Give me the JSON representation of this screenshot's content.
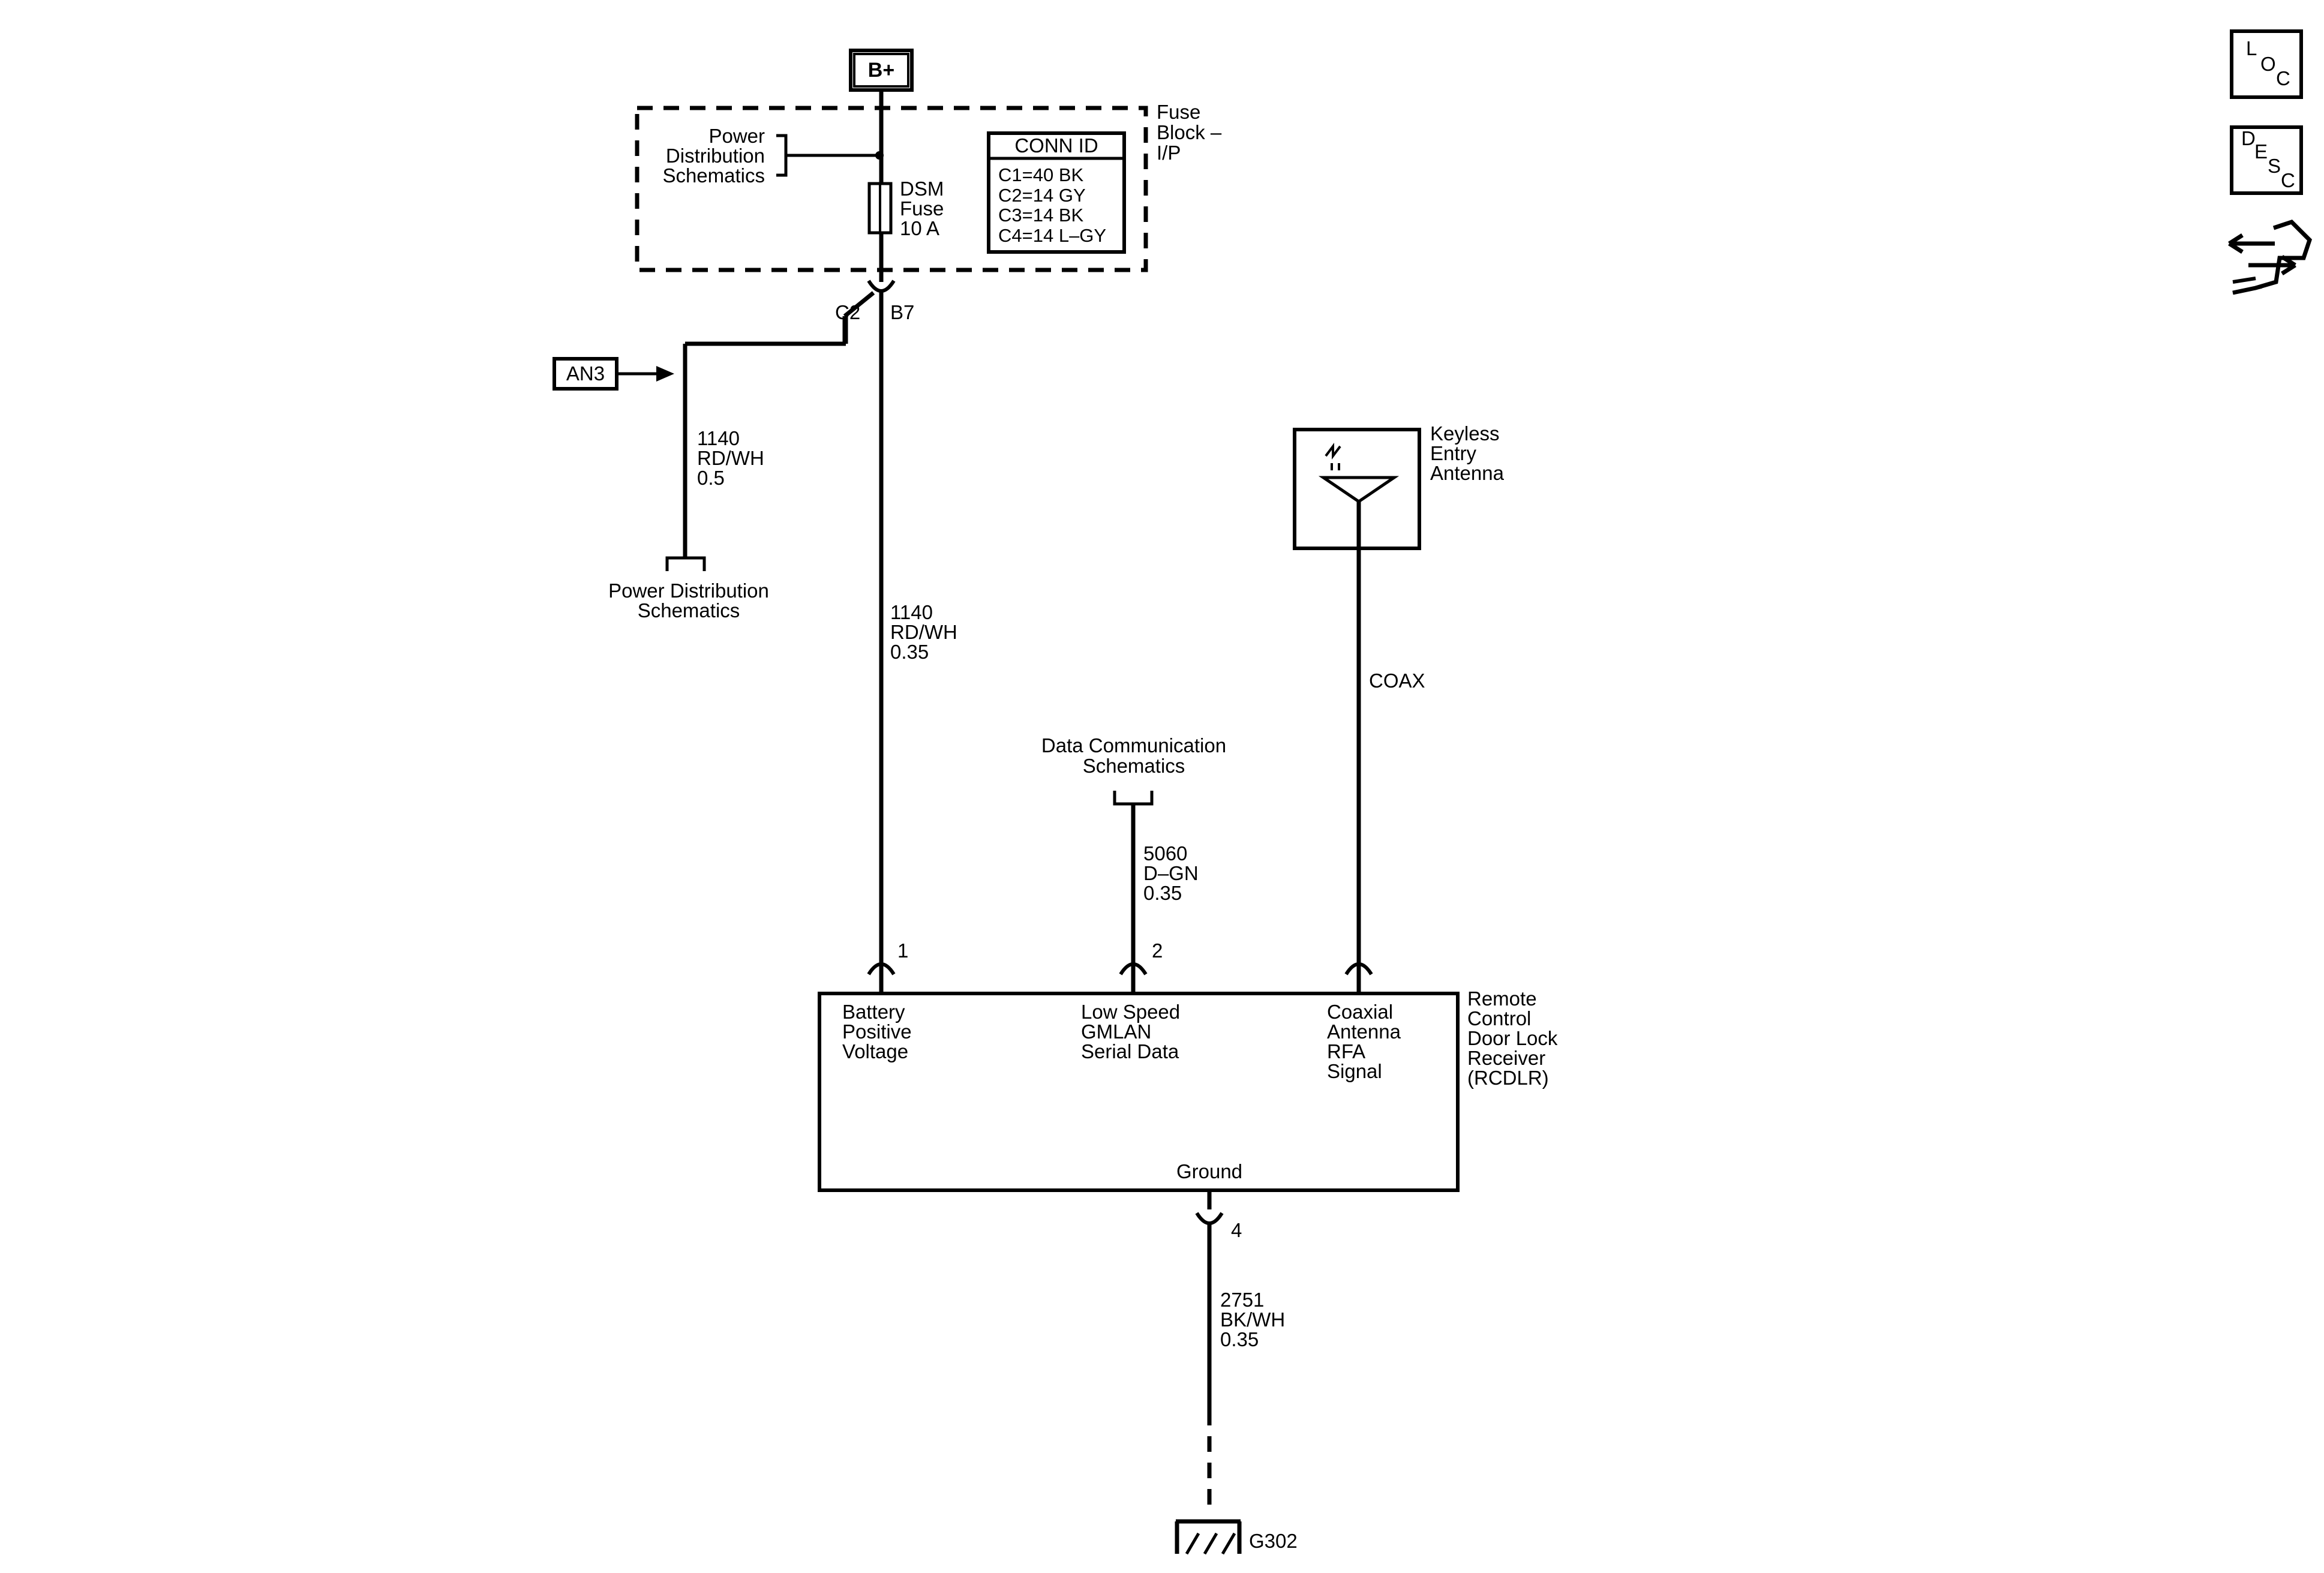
{
  "power_source": {
    "label": "B+"
  },
  "fuse_block": {
    "name_lines": [
      "Fuse",
      "Block –",
      "I/P"
    ],
    "power_distribution_ref": [
      "Power",
      "Distribution",
      "Schematics"
    ],
    "fuse_label": [
      "DSM",
      "Fuse",
      "10 A"
    ],
    "conn_id": {
      "header": "CONN ID",
      "rows": [
        "C1=40 BK",
        "C2=14 GY",
        "C3=14 BK",
        "C4=14 L–GY"
      ]
    }
  },
  "splice": {
    "connector": "C2",
    "pin": "B7"
  },
  "an3": {
    "label": "AN3"
  },
  "wire_1140_left": {
    "lines": [
      "1140",
      "RD/WH",
      "0.5"
    ]
  },
  "power_distribution_bottom": {
    "lines": [
      "Power Distribution",
      "Schematics"
    ]
  },
  "wire_1140_main": {
    "lines": [
      "1140",
      "RD/WH",
      "0.35"
    ]
  },
  "data_comm": {
    "lines": [
      "Data Communication",
      "Schematics"
    ]
  },
  "wire_5060": {
    "lines": [
      "5060",
      "D–GN",
      "0.35"
    ]
  },
  "antenna": {
    "lines": [
      "Keyless",
      "Entry",
      "Antenna"
    ]
  },
  "coax_label": "COAX",
  "pins": {
    "p1": "1",
    "p2": "2",
    "p4": "4"
  },
  "module": {
    "name_lines": [
      "Remote",
      "Control",
      "Door Lock",
      "Receiver",
      "(RCDLR)"
    ],
    "battery_lines": [
      "Battery",
      "Positive",
      "Voltage"
    ],
    "gmlan_lines": [
      "Low Speed",
      "GMLAN",
      "Serial Data"
    ],
    "coax_lines": [
      "Coaxial",
      "Antenna",
      "RFA",
      "Signal"
    ],
    "ground_label": "Ground"
  },
  "wire_2751": {
    "lines": [
      "2751",
      "BK/WH",
      "0.35"
    ]
  },
  "ground": {
    "label": "G302"
  },
  "icons": {
    "loc": {
      "letters": [
        "L",
        "O",
        "C"
      ]
    },
    "desc": {
      "letters": [
        "D",
        "E",
        "S",
        "C"
      ]
    },
    "connector_icon": "connector-end-view-icon"
  }
}
